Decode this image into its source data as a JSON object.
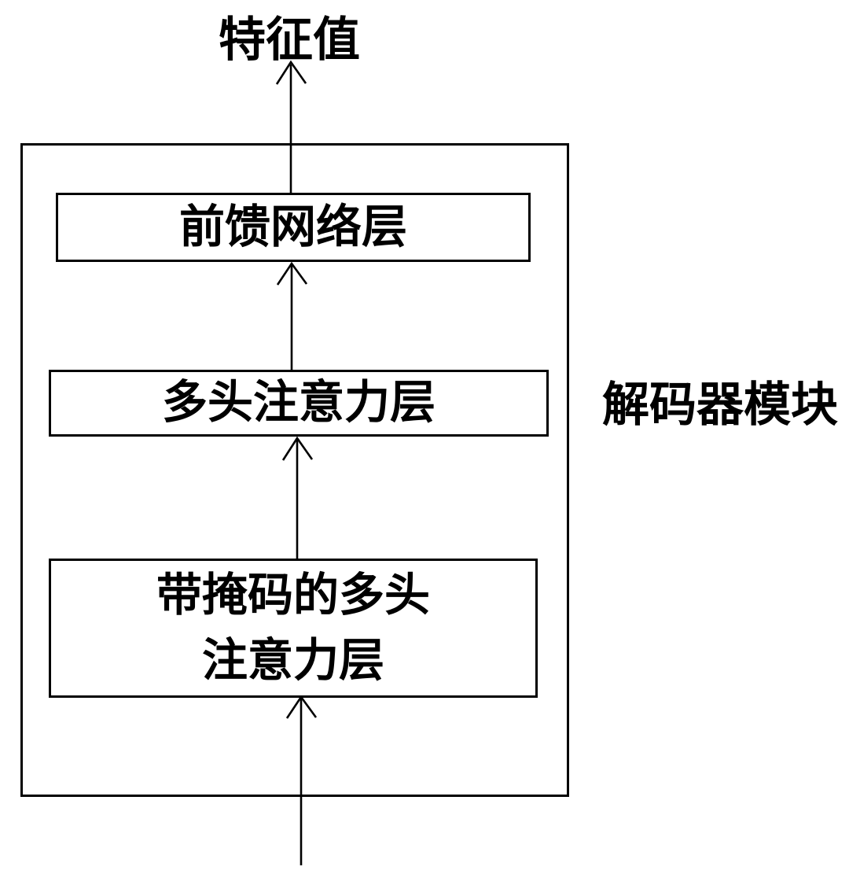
{
  "diagram": {
    "output_label": "特征值",
    "module_label": "解码器模块",
    "nodes": [
      {
        "id": "feed-forward-layer",
        "label": "前馈网络层"
      },
      {
        "id": "multi-head-attention-layer",
        "label": "多头注意力层"
      },
      {
        "id": "masked-multi-head-attention-layer",
        "label_lines": [
          "带掩码的多头",
          "注意力层"
        ]
      }
    ],
    "arrows": [
      {
        "name": "arrow-to-output",
        "from": "feed-forward-layer",
        "to": "output_label"
      },
      {
        "name": "arrow-mha-to-ffn",
        "from": "multi-head-attention-layer",
        "to": "feed-forward-layer"
      },
      {
        "name": "arrow-masked-to-mha",
        "from": "masked-multi-head-attention-layer",
        "to": "multi-head-attention-layer"
      },
      {
        "name": "arrow-input",
        "from": "external-input",
        "to": "masked-multi-head-attention-layer"
      }
    ],
    "colors": {
      "line": "#000000",
      "text": "#000000",
      "background": "#ffffff"
    }
  }
}
